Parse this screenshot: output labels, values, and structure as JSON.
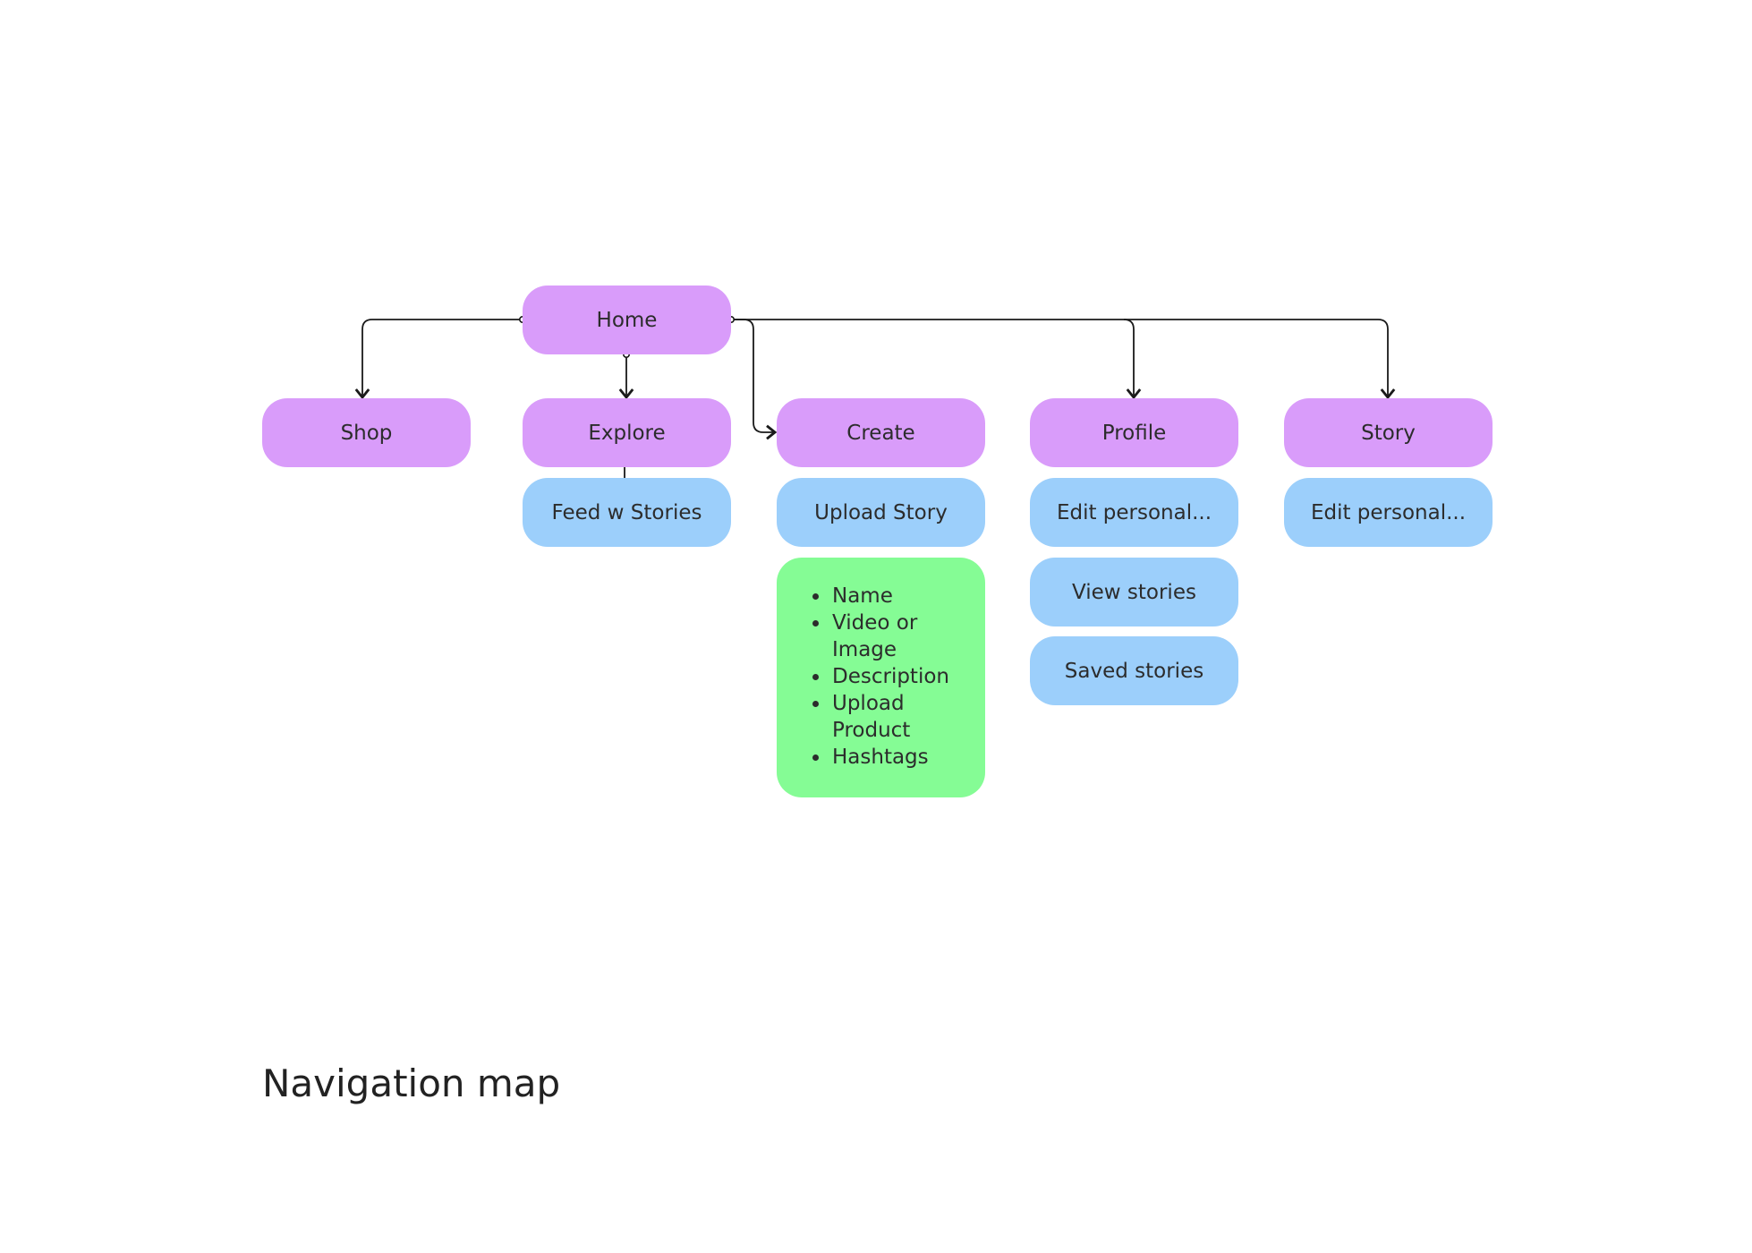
{
  "diagram": {
    "title": "Navigation map",
    "root": {
      "label": "Home"
    },
    "sections": [
      {
        "id": "shop",
        "label": "Shop",
        "children": []
      },
      {
        "id": "explore",
        "label": "Explore",
        "children": [
          "Feed w Stories"
        ]
      },
      {
        "id": "create",
        "label": "Create",
        "children": [
          "Upload Story"
        ],
        "details": [
          "Name",
          "Video or Image",
          "Description",
          "Upload Product",
          "Hashtags"
        ]
      },
      {
        "id": "profile",
        "label": "Profile",
        "children": [
          "Edit personal...",
          "View stories",
          "Saved stories"
        ]
      },
      {
        "id": "story",
        "label": "Story",
        "children": [
          "Edit personal..."
        ]
      }
    ],
    "colors": {
      "primary_node": "#d99cfa",
      "secondary_node": "#9ccffb",
      "detail_node": "#85fc95",
      "connector": "#1a1a1a"
    }
  }
}
